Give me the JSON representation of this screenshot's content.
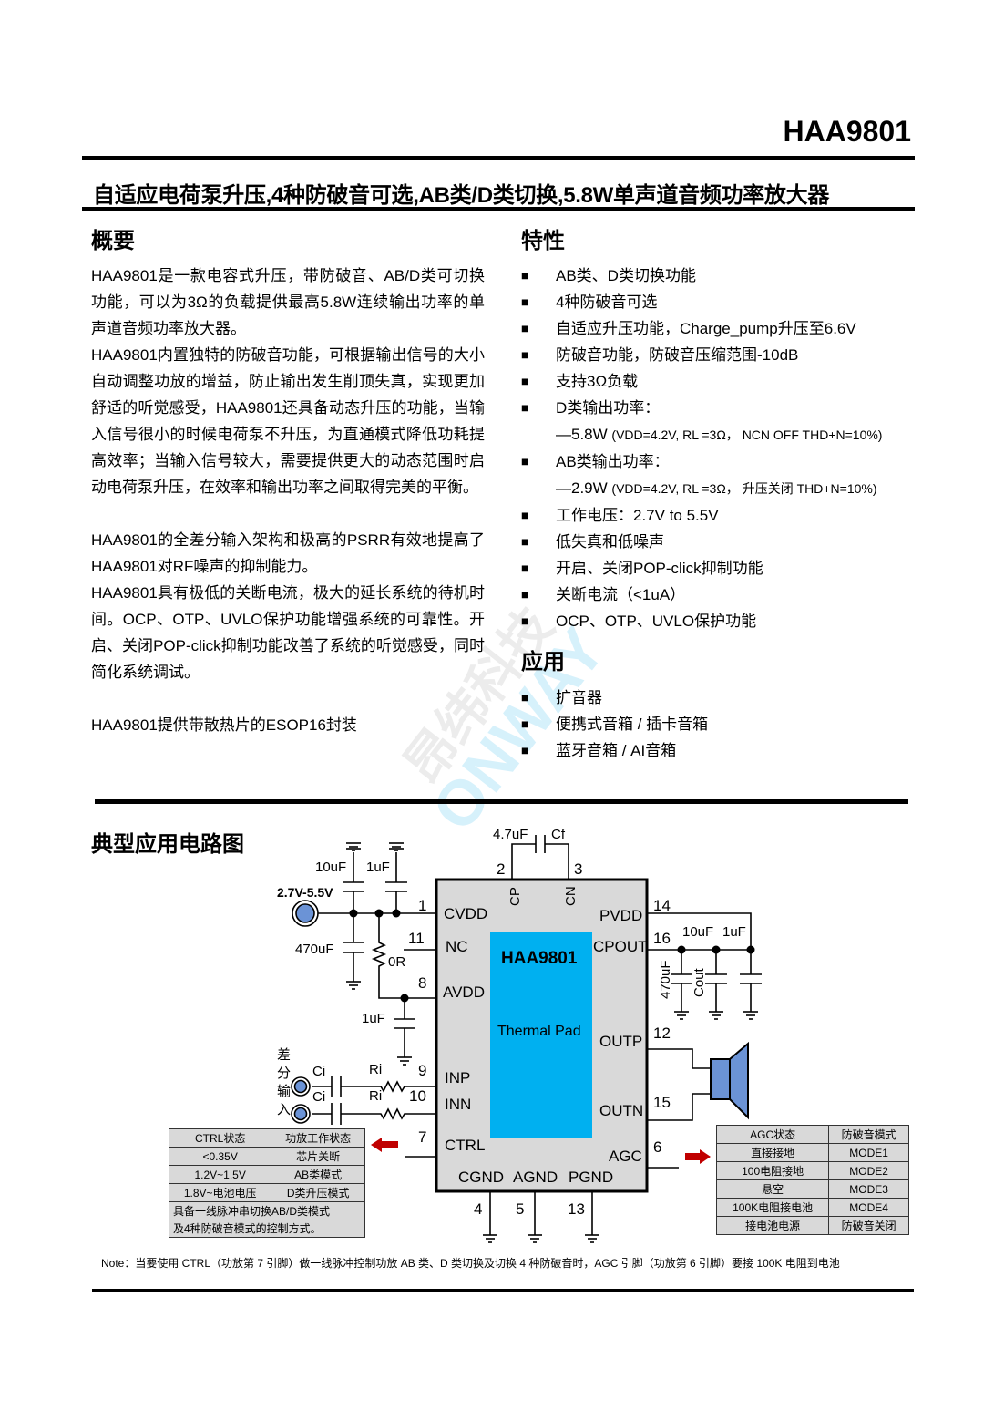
{
  "header": {
    "part_number": "HAA9801",
    "subtitle": "自适应电荷泵升压,4种防破音可选,AB类/D类切换,5.8W单声道音频功率放大器"
  },
  "overview": {
    "heading": "概要",
    "paragraphs": [
      "HAA9801是一款电容式升压，带防破音、AB/D类可切换功能，可以为3Ω的负载提供最高5.8W连续输出功率的单声道音频功率放大器。",
      "HAA9801内置独特的防破音功能，可根据输出信号的大小自动调整功放的增益，防止输出发生削顶失真，实现更加舒适的听觉感受，HAA9801还具备动态升压的功能，当输入信号很小的时候电荷泵不升压，为直通模式降低功耗提高效率；当输入信号较大，需要提供更大的动态范围时启动电荷泵升压，在效率和输出功率之间取得完美的平衡。",
      "HAA9801的全差分输入架构和极高的PSRR有效地提高了HAA9801对RF噪声的抑制能力。",
      "HAA9801具有极低的关断电流，极大的延长系统的待机时间。OCP、OTP、UVLO保护功能增强系统的可靠性。开启、关闭POP-click抑制功能改善了系统的听觉感受，同时简化系统调试。",
      "HAA9801提供带散热片的ESOP16封装"
    ]
  },
  "features": {
    "heading": "特性",
    "bullet": "■",
    "items": [
      "AB类、D类切换功能",
      "4种防破音可选",
      "自适应升压功能，Charge_pump升压至6.6V",
      "防破音功能，防破音压缩范围-10dB",
      "支持3Ω负载",
      "D类输出功率："
    ],
    "d_power": {
      "main": "—5.8W",
      "cond": "(VDD=4.2V, RL =3Ω， NCN OFF THD+N=10%)"
    },
    "ab_label": "AB类输出功率：",
    "ab_power": {
      "main": "—2.9W",
      "cond": "(VDD=4.2V, RL =3Ω， 升压关闭    THD+N=10%)"
    },
    "items2": [
      "工作电压：2.7V to 5.5V",
      "低失真和低噪声",
      "开启、关闭POP-click抑制功能",
      "关断电流（<1uA）",
      "OCP、OTP、UVLO保护功能"
    ]
  },
  "applications": {
    "heading": "应用",
    "items": [
      "扩音器",
      "便携式音箱 / 插卡音箱",
      "蓝牙音箱 / AI音箱"
    ]
  },
  "watermark": {
    "cn": "昂纬科技",
    "en": "ONWAY"
  },
  "circuit": {
    "heading": "典型应用电路图",
    "chip": "HAA9801",
    "pad": "Thermal Pad",
    "pins_left": [
      "CVDD",
      "NC",
      "AVDD",
      "INP",
      "INN",
      "CTRL"
    ],
    "pins_right": [
      "PVDD",
      "CPOUT",
      "OUTP",
      "OUTN",
      "AGC"
    ],
    "pins_top": [
      "CP",
      "CN"
    ],
    "pins_bottom": [
      "CGND",
      "AGND",
      "PGND"
    ],
    "pin_numbers": {
      "cvdd": "1",
      "nc": "11",
      "avdd": "8",
      "inp": "9",
      "inn": "10",
      "ctrl": "7",
      "cp": "2",
      "cn": "3",
      "pvdd": "14",
      "cpout": "16",
      "outp": "12",
      "outn": "15",
      "agc": "6",
      "cgnd": "4",
      "agnd": "5",
      "pgnd": "13"
    },
    "labels": {
      "supply": "2.7V-5.5V",
      "c10u": "10uF",
      "c1u": "1uF",
      "c470": "470uF",
      "r0": "0R",
      "avdd_cap": "1uF",
      "cf_val": "4.7uF",
      "cf": "Cf",
      "out_10u": "10uF",
      "out_1u": "1uF",
      "out_470": "470uF",
      "cout": "Cout",
      "ci": "Ci",
      "ri": "Ri",
      "diff_input": [
        "差",
        "分",
        "输",
        "入"
      ]
    },
    "arrow_color": "#c00000",
    "pad_color": "#00b0f0",
    "chip_color": "#d9d9d9",
    "ctrl_table": {
      "headers": [
        "CTRL状态",
        "功放工作状态"
      ],
      "rows": [
        [
          "<0.35V",
          "芯片关断"
        ],
        [
          "1.2V~1.5V",
          "AB类模式"
        ],
        [
          "1.8V~电池电压",
          "D类升压模式"
        ]
      ],
      "footer": [
        "具备一线脉冲串切换AB/D类模式",
        "及4种防破音模式的控制方式。"
      ]
    },
    "agc_table": {
      "headers": [
        "AGC状态",
        "防破音模式"
      ],
      "rows": [
        [
          "直接接地",
          "MODE1"
        ],
        [
          "100电阻接地",
          "MODE2"
        ],
        [
          "悬空",
          "MODE3"
        ],
        [
          "100K电阻接电池",
          "MODE4"
        ],
        [
          "接电池电源",
          "防破音关闭"
        ]
      ]
    },
    "note": "Note：当要使用 CTRL（功放第 7 引脚）做一线脉冲控制功放 AB 类、D 类切换及切换 4 种防破音时，AGC 引脚（功放第 6 引脚）要接 100K 电阻到电池"
  }
}
